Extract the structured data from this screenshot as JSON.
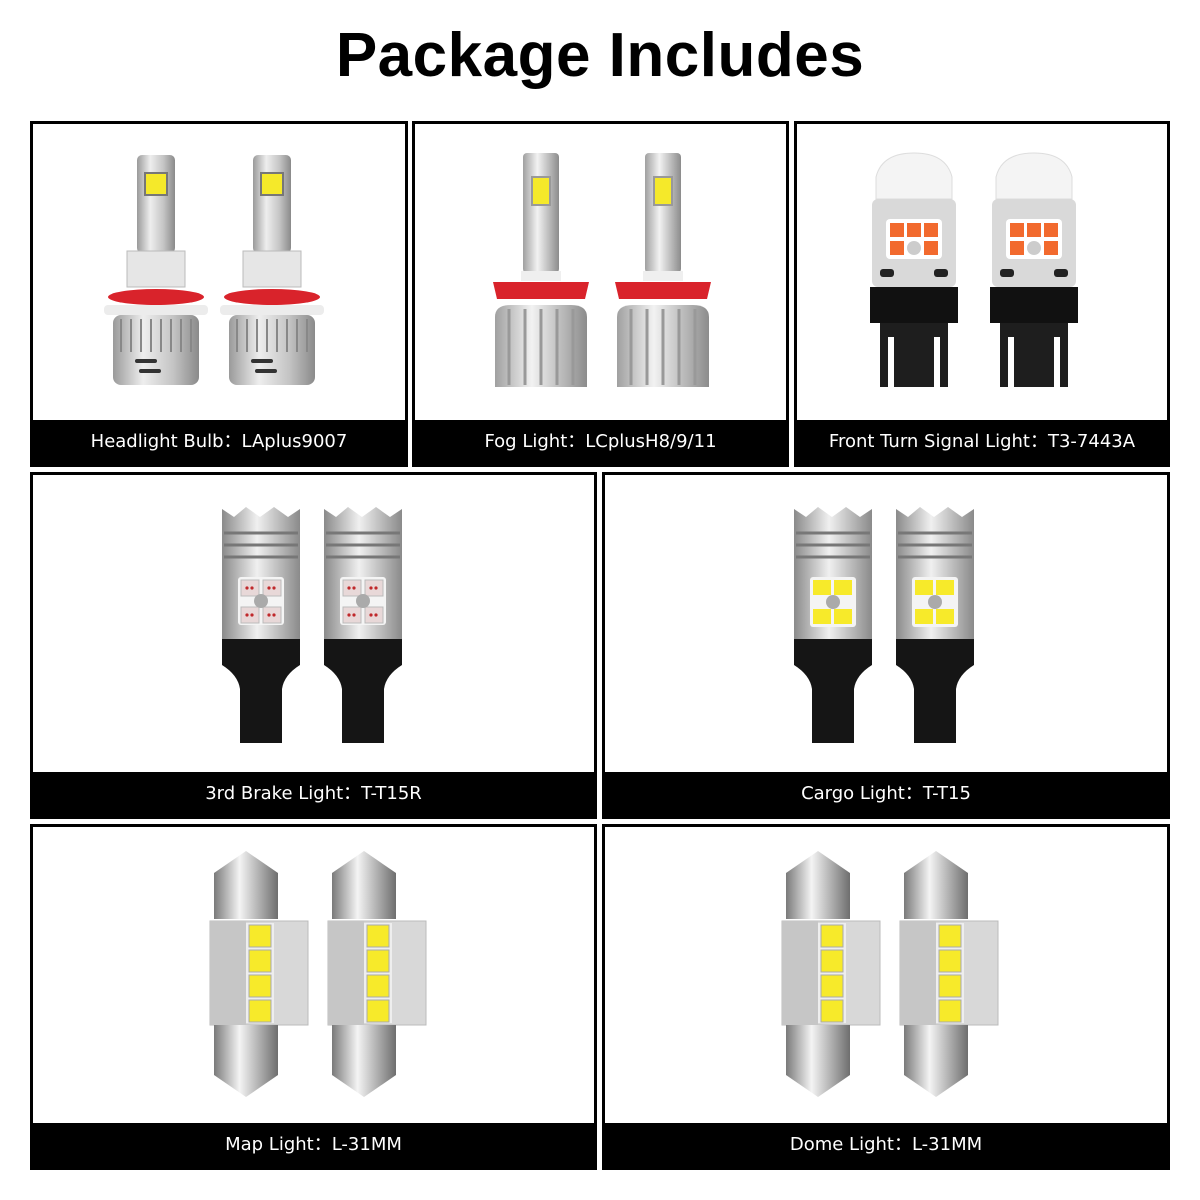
{
  "page": {
    "title": "Package Includes"
  },
  "items": [
    {
      "name": "Headlight Bulb",
      "model": "LAplus9007",
      "label": "Headlight Bulb：LAplus9007",
      "icon": "headlight-bulb-9007-icon",
      "led_color": "#f5e92a",
      "accent_color": "#d9232b"
    },
    {
      "name": "Fog Light",
      "model": "LCplusH8/9/11",
      "label": "Fog Light：LCplusH8/9/11",
      "icon": "fog-light-h11-icon",
      "led_color": "#f5e92a",
      "accent_color": "#d9232b"
    },
    {
      "name": "Front Turn Signal Light",
      "model": "T3-7443A",
      "label": "Front Turn Signal Light：T3-7443A",
      "icon": "turn-signal-7443-icon",
      "led_color": "#f26a2e"
    },
    {
      "name": "3rd Brake Light",
      "model": "T-T15R",
      "label": "3rd Brake Light：T-T15R",
      "icon": "brake-light-t15-icon",
      "led_color": "#e8d8d8"
    },
    {
      "name": "Cargo Light",
      "model": "T-T15",
      "label": "Cargo Light：T-T15",
      "icon": "cargo-light-t15-icon",
      "led_color": "#f7ea2a"
    },
    {
      "name": "Map Light",
      "model": "L-31MM",
      "label": "Map Light：L-31MM",
      "icon": "festoon-31mm-icon",
      "led_color": "#f7ea2a"
    },
    {
      "name": "Dome Light",
      "model": "L-31MM",
      "label": "Dome Light：L-31MM",
      "icon": "festoon-31mm-icon",
      "led_color": "#f7ea2a"
    }
  ]
}
